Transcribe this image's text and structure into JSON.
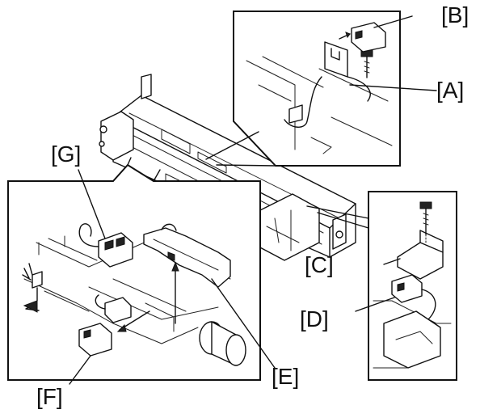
{
  "labels": {
    "A": "[A]",
    "B": "[B]",
    "C": "[C]",
    "D": "[D]",
    "E": "[E]",
    "F": "[F]",
    "G": "[G]"
  },
  "colors": {
    "line": "#111111",
    "background": "#ffffff"
  }
}
